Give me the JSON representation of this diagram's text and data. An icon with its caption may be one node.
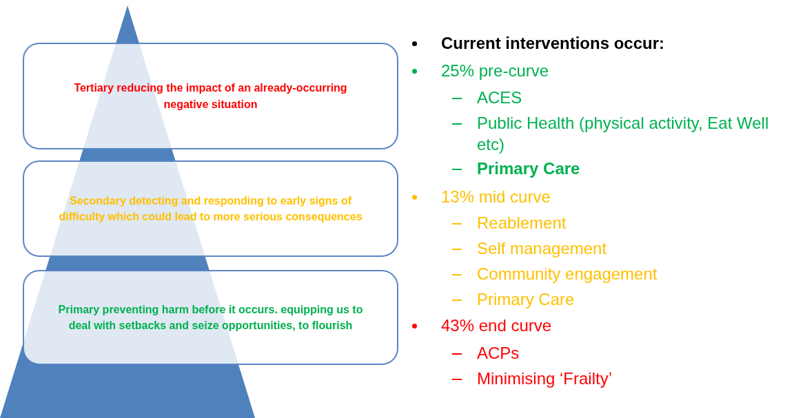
{
  "diagram": {
    "nodes": [
      {
        "text": [
          "Tertiary  reducing the impact of an already-occurring negative situation"
        ]
      },
      {
        "text": [
          "Secondary detecting and responding to early signs of difficulty which could lead to more serious consequences"
        ]
      },
      {
        "text": [
          "Primary preventing harm before it occurs. equipping us to deal with setbacks and seize opportunities, to flourish"
        ]
      }
    ],
    "edges": [],
    "labels": [
      "Current interventions occur:",
      "25% pre-curve",
      "ACES",
      "Public Health (physical activity, Eat Well etc)",
      "Primary Care",
      "13% mid curve",
      "Reablement",
      "Self management",
      "Community engagement",
      "Primary Care",
      "43% end curve",
      "ACPs",
      "Minimising ‘Frailty’"
    ]
  }
}
